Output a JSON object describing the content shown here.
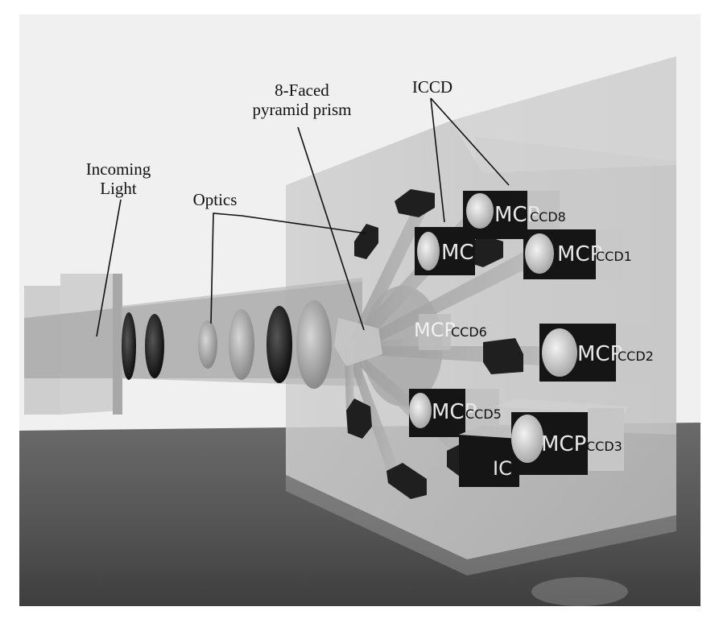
{
  "labels": {
    "incoming_light_line1": "Incoming",
    "incoming_light_line2": "Light",
    "optics": "Optics",
    "prism_line1": "8-Faced",
    "prism_line2": "pyramid prism",
    "iccd": "ICCD"
  },
  "cameras": [
    {
      "mcp": "MCP",
      "ccd": "CCD8"
    },
    {
      "mcp": "MCP",
      "ccd": "CCD1"
    },
    {
      "mcp": "MCP",
      "ccd": "CCD2"
    },
    {
      "mcp": "MCP",
      "ccd": "CCD3"
    },
    {
      "mcp": "MCP",
      "ccd": "CCD5"
    },
    {
      "mcp": "MCP",
      "ccd": "CCD6"
    },
    {
      "mcp": "MC",
      "ccd": ""
    },
    {
      "mcp": "IC",
      "ccd": ""
    }
  ],
  "colors": {
    "floor": "#5c5c5c",
    "wall": "#c4c4c4",
    "camera_body": "#151515",
    "lens": "#9a9a9a"
  }
}
